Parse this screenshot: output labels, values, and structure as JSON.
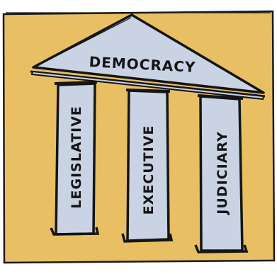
{
  "diagram": {
    "pediment_label": "DEMOCRACY",
    "pillars": [
      {
        "label": "LEGISLATIVE"
      },
      {
        "label": "EXECUTIVE"
      },
      {
        "label": "JUDICIARY"
      }
    ],
    "colors": {
      "background": "#e8bf63",
      "pillar_fill": "#c9d3e3",
      "ink": "#151515"
    }
  }
}
